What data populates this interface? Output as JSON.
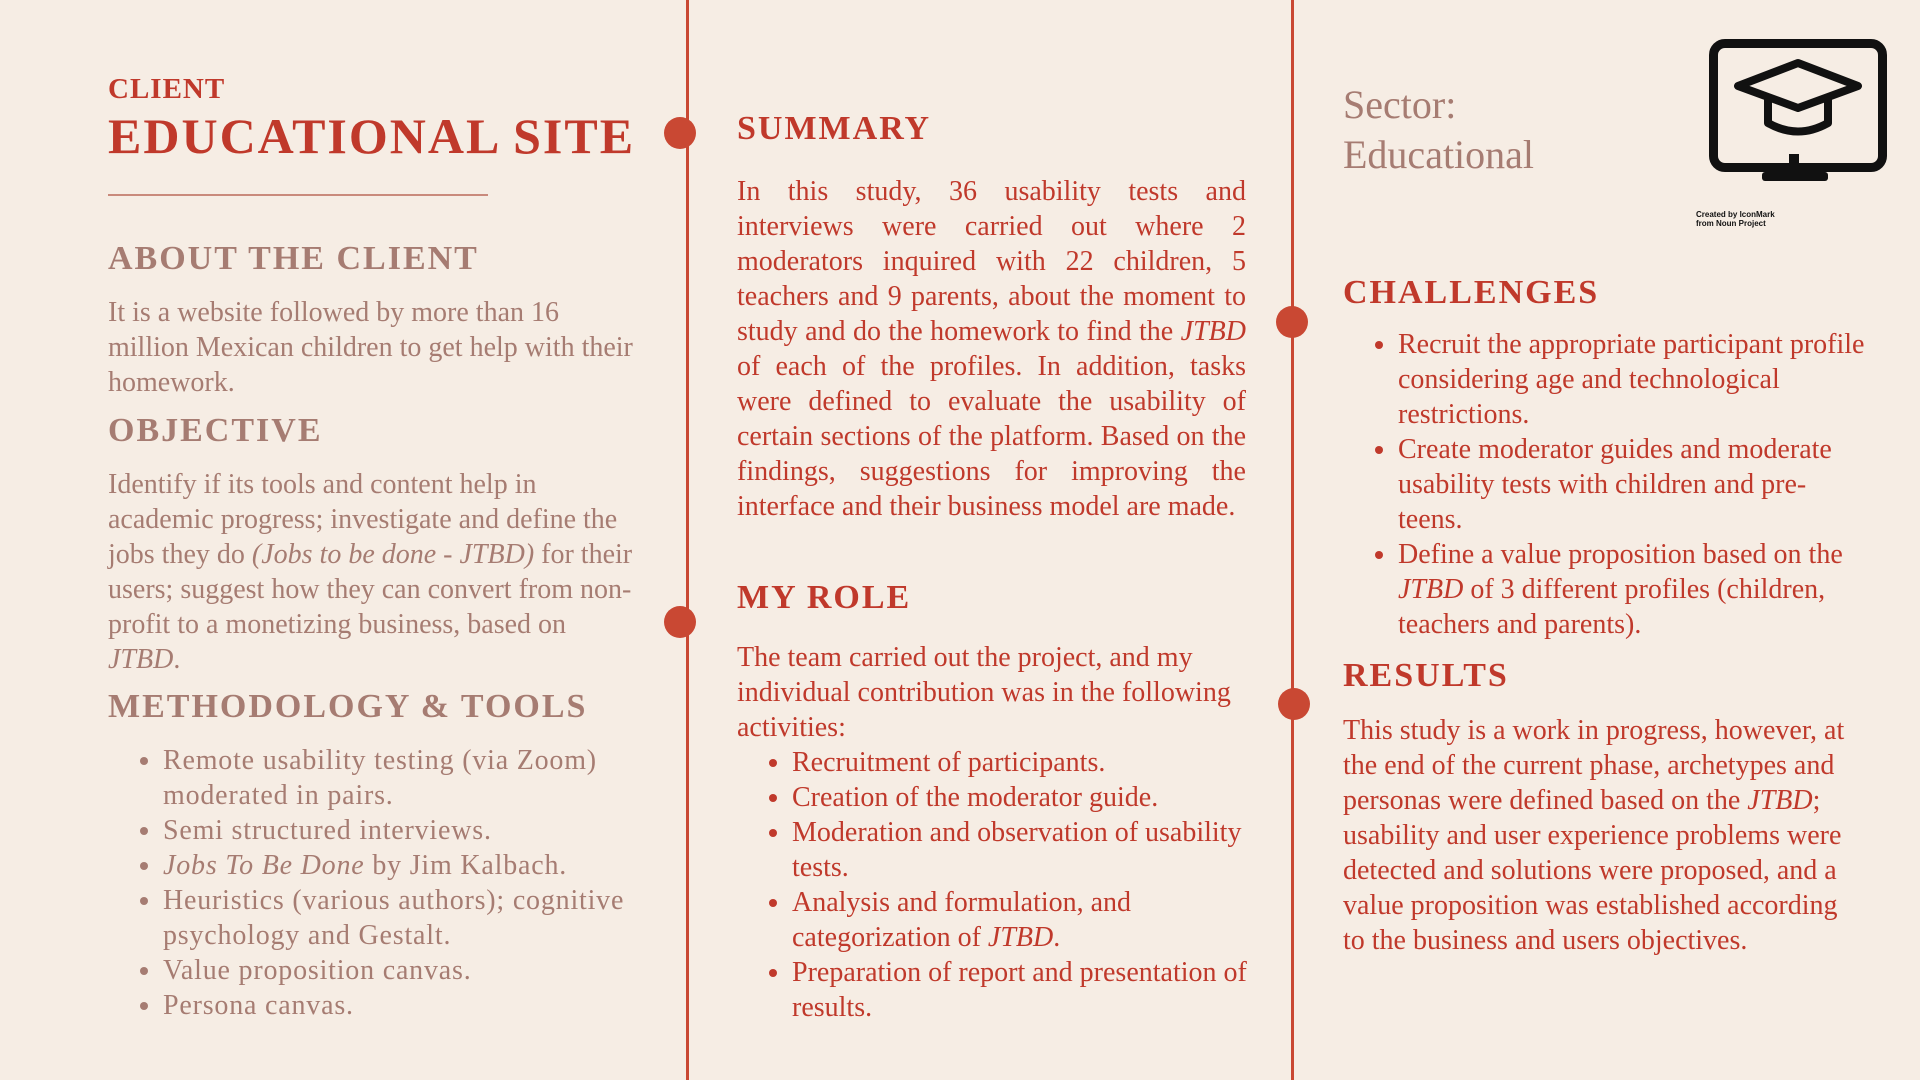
{
  "client": {
    "label": "CLIENT",
    "name": "EDUCATIONAL SITE"
  },
  "about": {
    "heading": "ABOUT THE CLIENT",
    "text": "It is a website followed by more than 16 million Mexican children to get help with their homework."
  },
  "objective": {
    "heading": "OBJECTIVE",
    "text_a": "Identify if its tools and content help in academic progress; investigate and define the jobs they do ",
    "text_em": "(Jobs to be done - JTBD)",
    "text_b": " for their users; suggest how they can convert from non-profit to a monetizing business, based on ",
    "text_em2": "JTBD",
    "text_c": "."
  },
  "methodology": {
    "heading": "METHODOLOGY & TOOLS",
    "items": [
      {
        "text": "Remote usability testing (via Zoom) moderated in pairs."
      },
      {
        "text": "Semi structured interviews."
      },
      {
        "em": "Jobs To Be Done",
        "text": " by Jim Kalbach."
      },
      {
        "text": "Heuristics (various authors); cognitive psychology and Gestalt."
      },
      {
        "text": "Value proposition canvas."
      },
      {
        "text": "Persona canvas."
      }
    ]
  },
  "summary": {
    "heading": "SUMMARY",
    "text_a": "In this study, 36 usability tests and interviews were carried out where 2 moderators inquired with 22 children, 5 teachers and 9 parents, about the moment to study and do the homework to find the ",
    "text_em": "JTBD",
    "text_b": " of each of the profiles. In addition, tasks were defined to evaluate the usability of certain sections of the platform. Based on the findings, suggestions for improving the interface and their business model are made."
  },
  "role": {
    "heading": "MY ROLE",
    "intro": "The team carried out the project, and my individual contribution was in the following activities:",
    "items": [
      {
        "text": "Recruitment of participants."
      },
      {
        "text": "Creation of the moderator guide."
      },
      {
        "text": "Moderation and observation of usability tests."
      },
      {
        "text": "Analysis and formulation, and categorization of ",
        "em": "JTBD",
        "tail": "."
      },
      {
        "text": "Preparation of report and presentation of results."
      }
    ]
  },
  "sector": {
    "line1": "Sector:",
    "line2": "Educational"
  },
  "icon": {
    "name": "graduation-monitor-icon",
    "credit_line1": "Created by IconMark",
    "credit_line2": "from Noun Project"
  },
  "challenges": {
    "heading": "CHALLENGES",
    "items": [
      {
        "text": "Recruit the appropriate participant profile considering age and technological restrictions."
      },
      {
        "text": "Create moderator guides and moderate usability tests with children and pre-teens."
      },
      {
        "text": "Define a value proposition based on the ",
        "em": "JTBD",
        "tail": " of 3 different profiles (children, teachers and parents)."
      }
    ]
  },
  "results": {
    "heading": "RESULTS",
    "text_a": "This study is a work in progress, however, at the end of the current phase, archetypes and personas were defined based on the ",
    "text_em": "JTBD",
    "text_b": "; usability and user experience problems were detected and solutions were proposed, and a value proposition was established according to the business and users objectives."
  },
  "colors": {
    "background": "#f6ede4",
    "accent": "#c0392b",
    "muted": "#a67c72"
  }
}
